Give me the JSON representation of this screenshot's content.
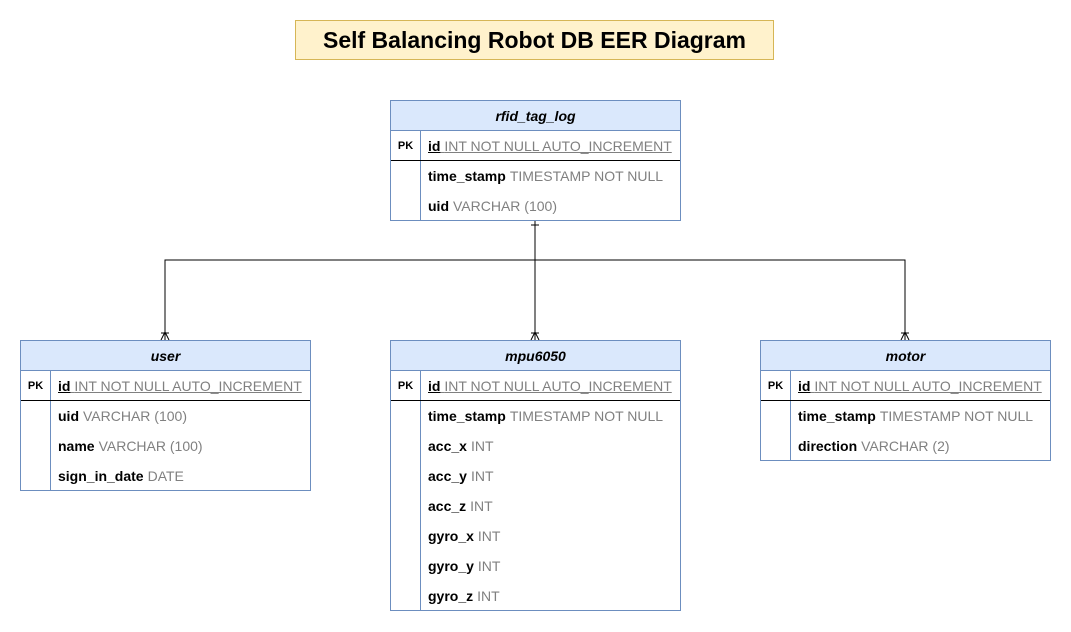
{
  "title": "Self Balancing Robot DB EER Diagram",
  "entities": {
    "rfid": {
      "name": "rfid_tag_log",
      "pk": {
        "key": "PK",
        "name": "id",
        "type": "INT NOT NULL AUTO_INCREMENT"
      },
      "columns": [
        {
          "name": "time_stamp",
          "type": "TIMESTAMP NOT NULL"
        },
        {
          "name": "uid",
          "type": "VARCHAR (100)"
        }
      ]
    },
    "user": {
      "name": "user",
      "pk": {
        "key": "PK",
        "name": "id",
        "type": "INT NOT NULL AUTO_INCREMENT"
      },
      "columns": [
        {
          "name": "uid",
          "type": "VARCHAR (100)"
        },
        {
          "name": "name",
          "type": "VARCHAR (100)"
        },
        {
          "name": "sign_in_date",
          "type": "DATE"
        }
      ]
    },
    "mpu": {
      "name": "mpu6050",
      "pk": {
        "key": "PK",
        "name": "id",
        "type": "INT NOT NULL AUTO_INCREMENT"
      },
      "columns": [
        {
          "name": "time_stamp",
          "type": "TIMESTAMP NOT NULL"
        },
        {
          "name": "acc_x",
          "type": "INT"
        },
        {
          "name": "acc_y",
          "type": "INT"
        },
        {
          "name": "acc_z",
          "type": "INT"
        },
        {
          "name": "gyro_x",
          "type": "INT"
        },
        {
          "name": "gyro_y",
          "type": "INT"
        },
        {
          "name": "gyro_z",
          "type": "INT"
        }
      ]
    },
    "motor": {
      "name": "motor",
      "pk": {
        "key": "PK",
        "name": "id",
        "type": "INT NOT NULL AUTO_INCREMENT"
      },
      "columns": [
        {
          "name": "time_stamp",
          "type": "TIMESTAMP NOT NULL"
        },
        {
          "name": "direction",
          "type": "VARCHAR (2)"
        }
      ]
    }
  },
  "relationships": [
    {
      "from": "rfid_tag_log",
      "to": "user",
      "from_card": "one",
      "to_card": "many"
    },
    {
      "from": "rfid_tag_log",
      "to": "mpu6050",
      "from_card": "one",
      "to_card": "many"
    },
    {
      "from": "rfid_tag_log",
      "to": "motor",
      "from_card": "one",
      "to_card": "many"
    }
  ],
  "colors": {
    "header_fill": "#dae8fc",
    "border": "#6c8ebf",
    "title_fill": "#fff2cc",
    "title_border": "#d6b656",
    "type_text": "#808080"
  }
}
